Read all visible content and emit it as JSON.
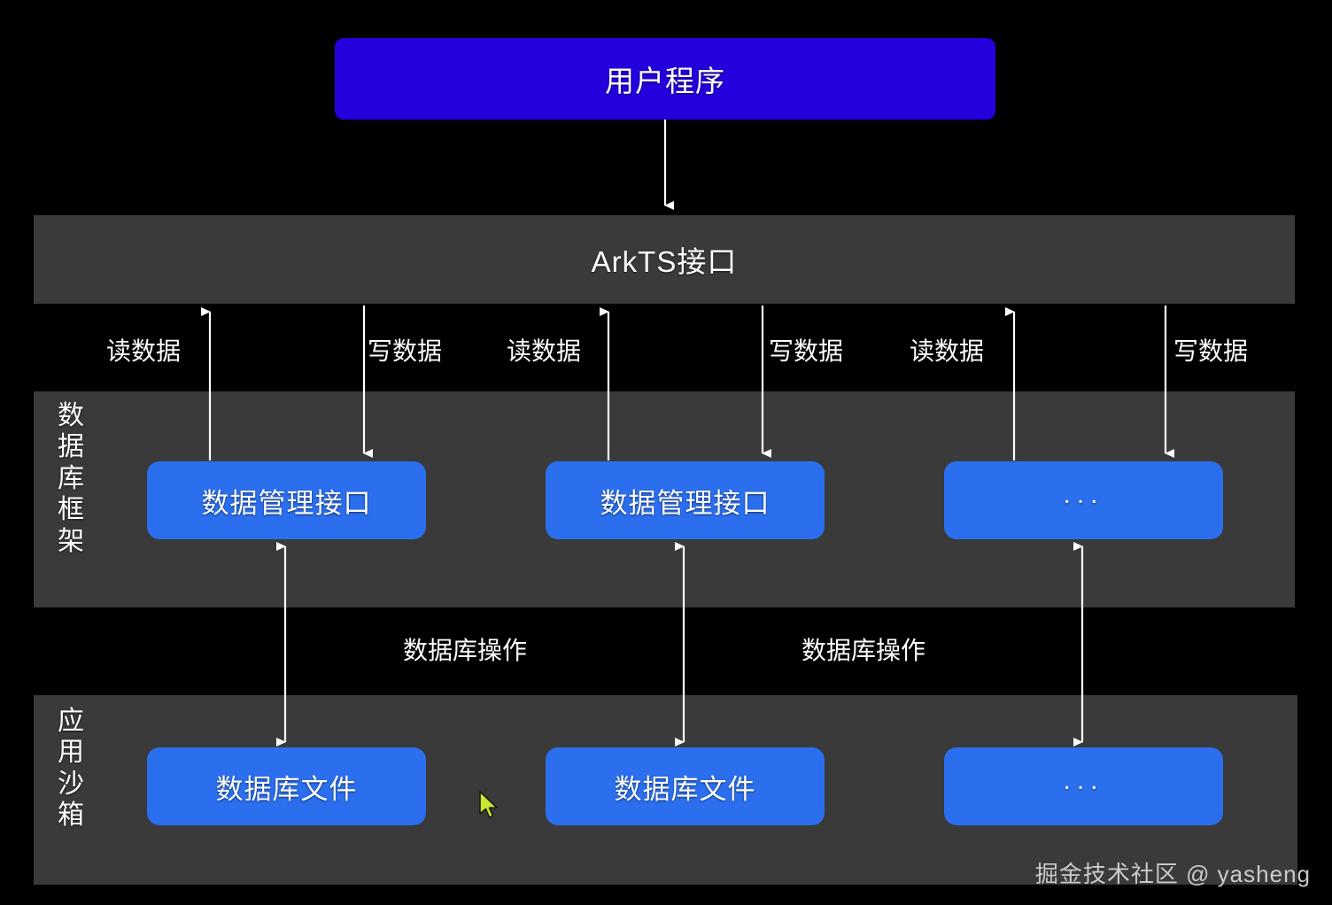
{
  "diagram": {
    "title_box": {
      "label": "用户程序"
    },
    "interface_bar": {
      "label": "ArkTS接口"
    },
    "layers": [
      {
        "id": "database-framework",
        "label_chars": [
          "数",
          "据",
          "库",
          "框",
          "架"
        ]
      },
      {
        "id": "application-sandbox",
        "label_chars": [
          "应",
          "用",
          "沙",
          "箱"
        ]
      }
    ],
    "io_labels": [
      {
        "id": "read-1",
        "label": "读数据",
        "direction": "up"
      },
      {
        "id": "write-1",
        "label": "写数据",
        "direction": "down"
      },
      {
        "id": "read-2",
        "label": "读数据",
        "direction": "up"
      },
      {
        "id": "write-2",
        "label": "写数据",
        "direction": "down"
      },
      {
        "id": "read-3",
        "label": "读数据",
        "direction": "up"
      },
      {
        "id": "write-3",
        "label": "写数据",
        "direction": "down"
      }
    ],
    "manager_boxes": [
      {
        "id": "dm-1",
        "label": "数据管理接口"
      },
      {
        "id": "dm-2",
        "label": "数据管理接口"
      },
      {
        "id": "dm-3",
        "label": "...",
        "is_ellipsis": true
      }
    ],
    "file_boxes": [
      {
        "id": "df-1",
        "label": "数据库文件"
      },
      {
        "id": "df-2",
        "label": "数据库文件"
      },
      {
        "id": "df-3",
        "label": "...",
        "is_ellipsis": true
      }
    ],
    "operation_labels": [
      {
        "id": "op-1",
        "label": "数据库操作"
      },
      {
        "id": "op-2",
        "label": "数据库操作"
      }
    ],
    "watermark": "掘金技术社区 @ yasheng",
    "colors": {
      "background": "#000000",
      "panel": "#3a3a3a",
      "user_box": "#2400dc",
      "row_box": "#2b6fee",
      "text": "#ffffff",
      "arrow": "#ffffff",
      "cursor": "#c8e832"
    }
  }
}
